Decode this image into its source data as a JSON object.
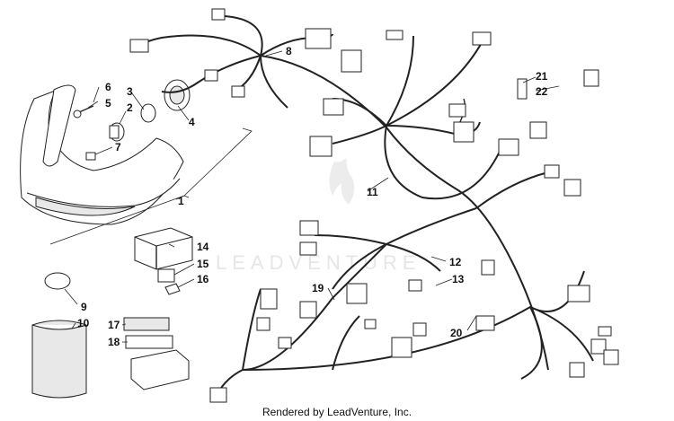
{
  "footer": {
    "text": "Rendered by LeadVenture, Inc."
  },
  "watermark": {
    "text": "LEADVENTURE"
  },
  "callouts": [
    {
      "id": "1",
      "label": "1"
    },
    {
      "id": "2",
      "label": "2"
    },
    {
      "id": "3",
      "label": "3"
    },
    {
      "id": "4",
      "label": "4"
    },
    {
      "id": "5",
      "label": "5"
    },
    {
      "id": "6",
      "label": "6"
    },
    {
      "id": "7",
      "label": "7"
    },
    {
      "id": "8",
      "label": "8"
    },
    {
      "id": "9",
      "label": "9"
    },
    {
      "id": "10",
      "label": "10"
    },
    {
      "id": "11",
      "label": "11"
    },
    {
      "id": "12",
      "label": "12"
    },
    {
      "id": "13",
      "label": "13"
    },
    {
      "id": "14",
      "label": "14"
    },
    {
      "id": "15",
      "label": "15"
    },
    {
      "id": "16",
      "label": "16"
    },
    {
      "id": "17",
      "label": "17"
    },
    {
      "id": "18",
      "label": "18"
    },
    {
      "id": "19",
      "label": "19"
    },
    {
      "id": "20",
      "label": "20"
    },
    {
      "id": "21",
      "label": "21"
    },
    {
      "id": "22",
      "label": "22"
    }
  ]
}
